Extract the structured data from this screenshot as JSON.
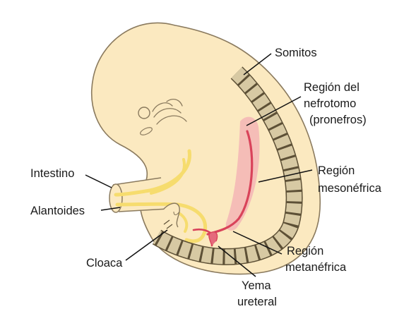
{
  "labels": {
    "somitos": "Somitos",
    "region_nefrotomo_1": "Región del",
    "region_nefrotomo_2": "nefrotomo",
    "region_nefrotomo_3": "(pronefros)",
    "intestino": "Intestino",
    "alantoides": "Alantoides",
    "region_mesonefrica_1": "Región",
    "region_mesonefrica_2": "mesonéfrica",
    "cloaca": "Cloaca",
    "region_metanefrica_1": "Región",
    "region_metanefrica_2": "metanéfrica",
    "yema_ureteral_1": "Yema",
    "yema_ureteral_2": "ureteral"
  },
  "colors": {
    "embryo": "#fbe9c0",
    "embryo_outline": "#8a7a5e",
    "somite": "#d7c9a3",
    "somite_outline": "#5d5036",
    "gut": "#f6dc6e",
    "nephric_duct": "#d9435a",
    "pronephros_region": "#f4b8b6"
  }
}
